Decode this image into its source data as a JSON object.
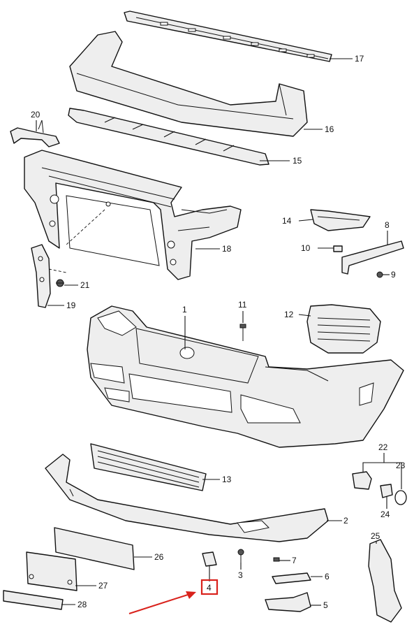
{
  "diagram": {
    "highlight_color": "#d9221c",
    "line_color": "#111111",
    "callouts": {
      "c1": "1",
      "c2": "2",
      "c3": "3",
      "c4": "4",
      "c5": "5",
      "c6": "6",
      "c7": "7",
      "c8": "8",
      "c9": "9",
      "c10": "10",
      "c11": "11",
      "c12": "12",
      "c13": "13",
      "c14": "14",
      "c15": "15",
      "c16": "16",
      "c17": "17",
      "c18": "18",
      "c19": "19",
      "c20": "20",
      "c21": "21",
      "c22": "22",
      "c23": "23",
      "c24": "24",
      "c25": "25",
      "c26": "26",
      "c27": "27",
      "c28": "28"
    },
    "highlighted_callout": "4"
  }
}
